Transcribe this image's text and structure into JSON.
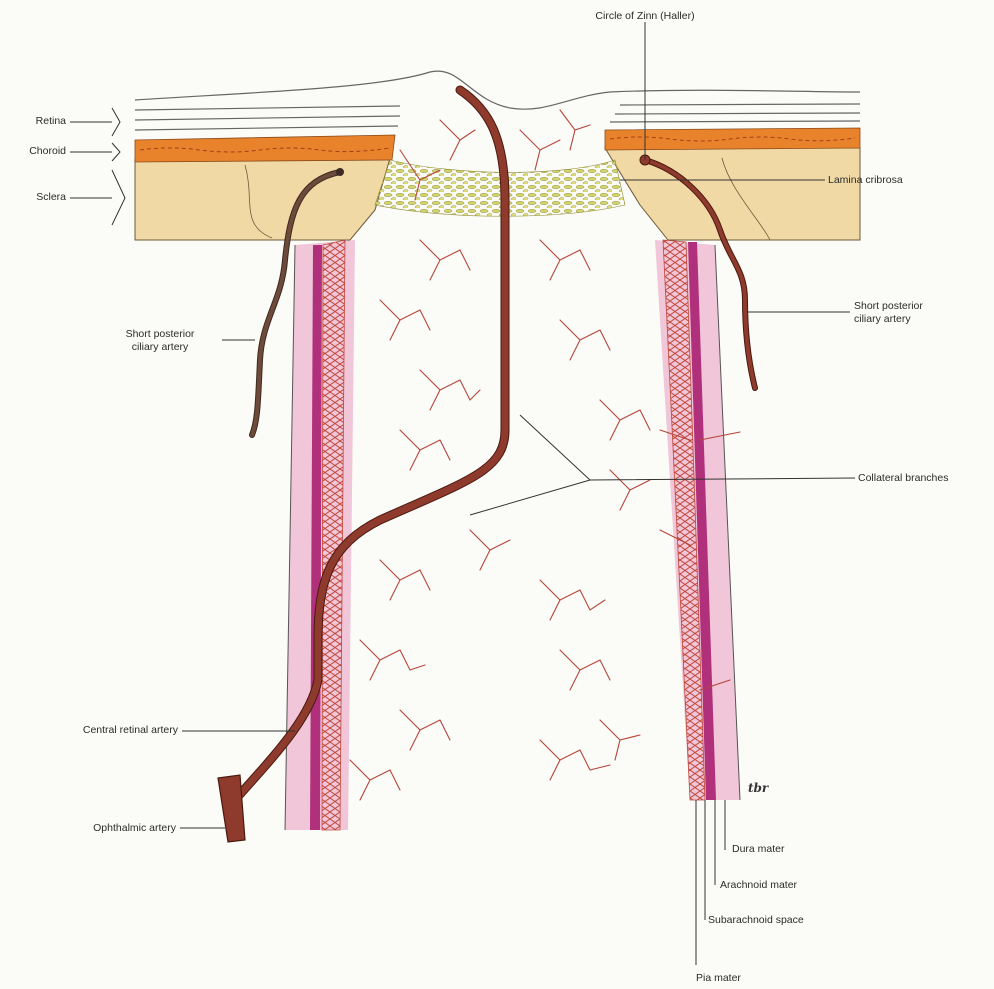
{
  "diagram": {
    "labels": {
      "circle_of_zinn": "Circle of Zinn (Haller)",
      "retina": "Retina",
      "choroid": "Choroid",
      "sclera": "Sclera",
      "lamina_cribrosa": "Lamina cribrosa",
      "short_posterior_ciliary_artery_left": "Short posterior\nciliary artery",
      "short_posterior_ciliary_artery_right": "Short posterior\nciliary artery",
      "collateral_branches": "Collateral branches",
      "central_retinal_artery": "Central retinal artery",
      "ophthalmic_artery": "Ophthalmic artery",
      "dura_mater": "Dura mater",
      "arachnoid_mater": "Arachnoid mater",
      "subarachnoid_space": "Subarachnoid space",
      "pia_mater": "Pia mater",
      "artist_signature": "tbr"
    },
    "colors": {
      "artery": "#8e3a2c",
      "capillary": "#b5453a",
      "sclera_fill": "#f1d9a6",
      "choroid_fill": "#e8832c",
      "pia_sheath": "#f0c6d8",
      "dura_band": "#b0307c",
      "lamina_dots": "#cfd26a",
      "leader_line": "#333333",
      "background": "#fbfbf7"
    }
  }
}
